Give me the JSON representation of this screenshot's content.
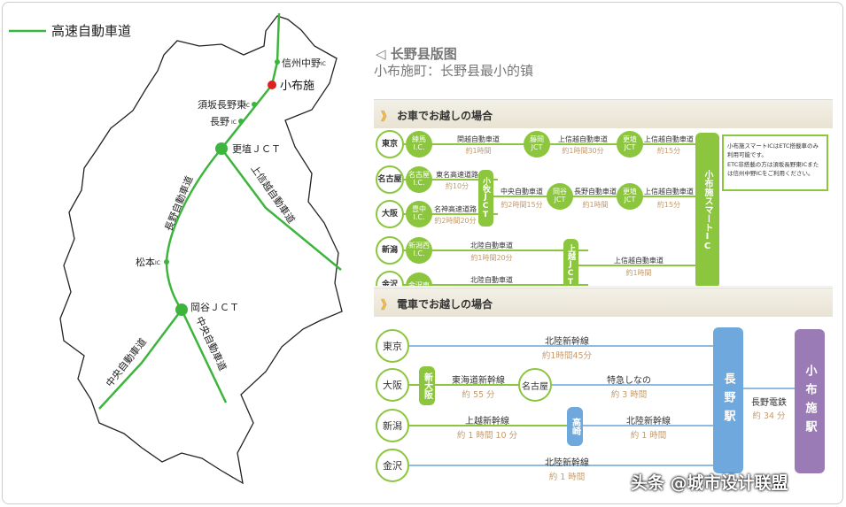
{
  "legend": {
    "label": "高速自動車道",
    "line_color": "#3db53d"
  },
  "map": {
    "places": {
      "shinshu_nakano": "信州中野",
      "obuse": "小布施",
      "suzaka": "須坂長野東",
      "nagano": "長野",
      "koshoku": "更埴ＪＣＴ",
      "matsumoto": "松本",
      "okaya": "岡谷ＪＣＴ",
      "ic": "IC"
    },
    "roads": {
      "nagano_exp": "長野自動車道",
      "joshinetsu": "上信越自動車道",
      "chuo1": "中央自動車道",
      "chuo2": "中央自動車道"
    },
    "highlight_color": "#e02020"
  },
  "header": {
    "title": "◁ 长野县版图",
    "subtitle": "小布施町：长野县最小的镇"
  },
  "car": {
    "heading": "お車でお越しの場合",
    "chevron": "》",
    "origins": [
      "東京",
      "名古屋",
      "大阪",
      "新潟",
      "金沢"
    ],
    "nodes": {
      "nerima": "練馬\nI.C.",
      "fujioka": "藤岡\nJCT",
      "koshoku1": "更埴\nJCT",
      "nagoya": "名古屋\nI.C.",
      "toyonaka": "豊中\nI.C.",
      "komaki": "小牧JCT",
      "okaya": "岡谷\nJCT",
      "koshoku2": "更埴\nJCT",
      "niigatanishi": "新潟西\nI.C.",
      "joetsu": "上越JCT",
      "kanazawahigashi": "金沢東",
      "smart": "小布施スマートIC"
    },
    "roads": [
      {
        "name": "関越自動車道",
        "time": "約1時間"
      },
      {
        "name": "上信越自動車道",
        "time": "約1時間30分"
      },
      {
        "name": "上信越自動車道",
        "time": "約15分"
      },
      {
        "name": "東名高速道路",
        "time": "約10分"
      },
      {
        "name": "名神高速道路",
        "time": "約2時間20分"
      },
      {
        "name": "中央自動車道",
        "time": "約2時間15分"
      },
      {
        "name": "長野自動車道",
        "time": "約1時間"
      },
      {
        "name": "上信越自動車道",
        "time": "約15分"
      },
      {
        "name": "北陸自動車道",
        "time": "約1時間20分"
      },
      {
        "name": "上信越自動車道",
        "time": "約1時間"
      },
      {
        "name": "北陸自動車道",
        "time": ""
      }
    ],
    "note": [
      "小布施スマートICはETC搭載車のみ",
      "利用可能です。",
      "ETC非搭載の方は須坂長野東ICまた",
      "は信州中野ICをご利用ください。"
    ]
  },
  "train": {
    "heading": "電車でお越しの場合",
    "chevron": "》",
    "origins": [
      "東京",
      "大阪",
      "新潟",
      "金沢"
    ],
    "transfers": {
      "shinosaka": "新大阪",
      "nagoya": "名古屋",
      "takasaki": "高崎"
    },
    "lines": [
      {
        "name": "北陸新幹線",
        "time": "約1時間45分"
      },
      {
        "name": "東海道新幹線",
        "time": "約 55 分"
      },
      {
        "name": "特急しなの",
        "time": "約 3 時間"
      },
      {
        "name": "上越新幹線",
        "time": "約 1 時間 10 分"
      },
      {
        "name": "北陸新幹線",
        "time": "約 1 時間"
      },
      {
        "name": "北陸新幹線",
        "time": "約 1 時間"
      },
      {
        "name": "長野電鉄",
        "time": "約 34 分"
      }
    ],
    "nagano_station": "長野駅",
    "obuse_station": "小布施駅",
    "colors": {
      "nagano": "#6fa8dc",
      "obuse": "#9a7bb6",
      "line": "#8fbbe3",
      "green": "#8cc63f"
    }
  },
  "watermark": "头条 @城市设计联盟"
}
